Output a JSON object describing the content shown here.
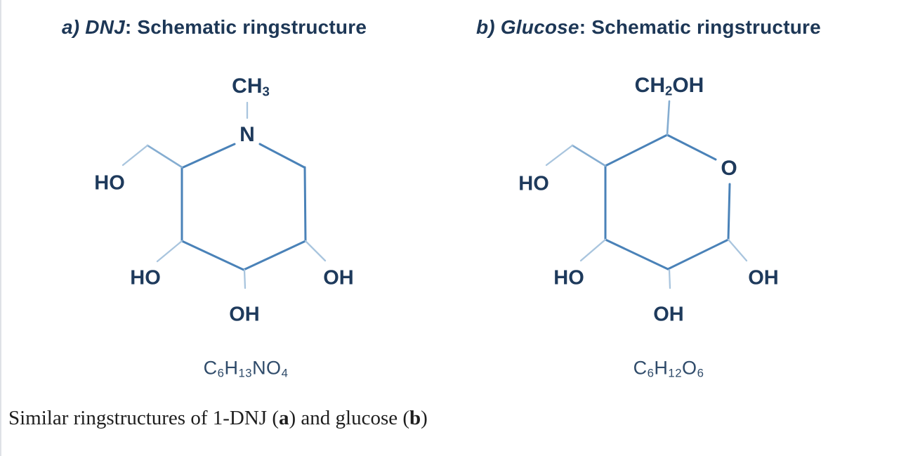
{
  "figure": {
    "panel_a": {
      "title": {
        "italic": "a) DNJ",
        "rest": ": Schematic ringstructure"
      },
      "labels": {
        "ch3_main": "CH",
        "ch3_sub": "3",
        "nitrogen": "N",
        "ho_top": "HO",
        "ho_bottom": "HO",
        "oh_bottom": "OH",
        "oh_right": "OH"
      },
      "formula": {
        "p0": "C",
        "p1": "6",
        "p2": "H",
        "p3": "13",
        "p4": "NO",
        "p5": "4"
      }
    },
    "panel_b": {
      "title": {
        "italic": "b) Glucose",
        "rest": ": Schematic ringstructure"
      },
      "labels": {
        "ch2oh_p0": "CH",
        "ch2oh_p1": "2",
        "ch2oh_p2": "OH",
        "oxygen": "O",
        "ho_top": "HO",
        "ho_bottom": "HO",
        "oh_bottom": "OH",
        "oh_right": "OH"
      },
      "formula": {
        "p0": "C",
        "p1": "6",
        "p2": "H",
        "p3": "12",
        "p4": "O",
        "p5": "6"
      }
    },
    "caption": {
      "p0": "Similar ringstructures of 1-DNJ (",
      "p1": "a",
      "p2": ") and glucose (",
      "p3": "b",
      "p4": ")"
    }
  },
  "colors": {
    "title_text": "#1d3756",
    "atom_label_text": "#1e3a5c",
    "formula_text": "#2f4b6a",
    "caption_text": "#1e1e1e",
    "ring_bond": "#4a82b8",
    "mid_bond": "#85add1",
    "light_bond": "#a9c5de",
    "background": "#ffffff"
  }
}
